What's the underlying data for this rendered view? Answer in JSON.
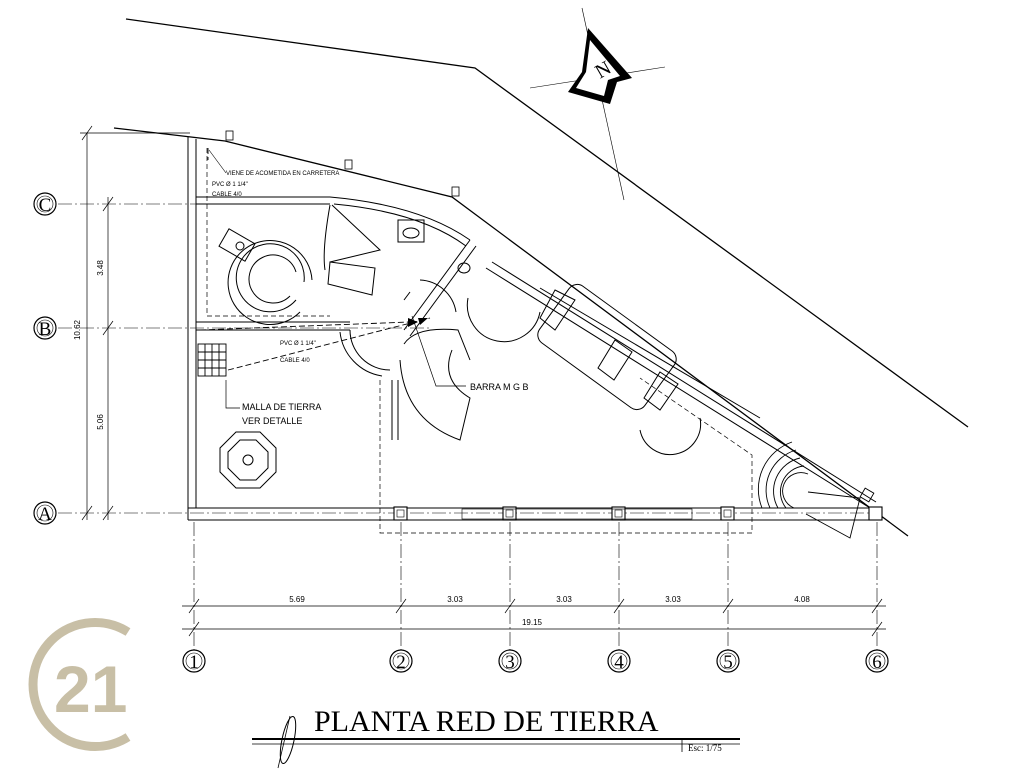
{
  "north_label": "N",
  "axes": {
    "rows": [
      {
        "id": "row-c",
        "label": "C"
      },
      {
        "id": "row-b",
        "label": "B"
      },
      {
        "id": "row-a",
        "label": "A"
      }
    ],
    "columns": [
      "1",
      "2",
      "3",
      "4",
      "5",
      "6"
    ]
  },
  "dimensions": {
    "vertical_total": "10.62",
    "vertical_upper": "3.48",
    "vertical_lower": "5.06",
    "spans": [
      "5.69",
      "3.03",
      "3.03",
      "3.03",
      "4.08"
    ],
    "horizontal_total": "19.15"
  },
  "annotations": {
    "service_entry": "VIENE DE ACOMETIDA EN CARRETERA",
    "pvc_top_line1": "PVC Ø 1 1/4\"",
    "pvc_top_line2": "CABLE 4/0",
    "pvc_mid_line1": "PVC Ø 1 1/4\"",
    "pvc_mid_line2": "CABLE 4/0",
    "ground_mesh_line1": "MALLA DE TIERRA",
    "ground_mesh_line2": "VER DETALLE",
    "bus_bar": "BARRA M G B"
  },
  "title": "PLANTA RED DE TIERRA",
  "scale": "Esc: 1/75",
  "logo_text": "21",
  "colors": {
    "ink": "#000000",
    "logo": "#c8bfa6"
  }
}
